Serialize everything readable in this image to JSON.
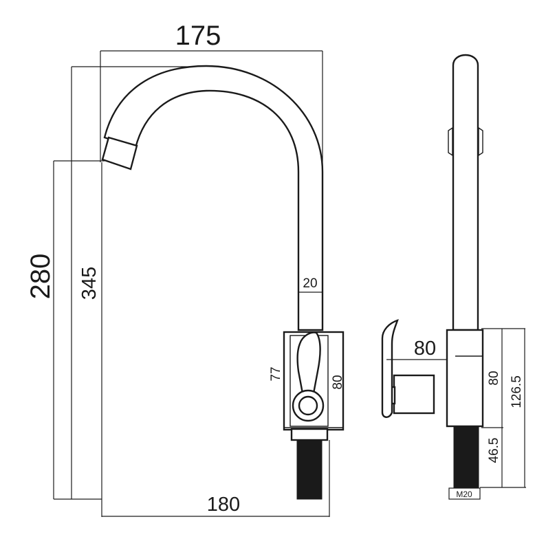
{
  "drawing": {
    "front_view": {
      "dim_top_width": "175",
      "dim_spout_height": "280",
      "dim_total_height": "345",
      "dim_pipe_diameter": "20",
      "dim_body_height_inner": "77",
      "dim_body_height_outer": "80",
      "dim_base_width": "180"
    },
    "side_view": {
      "dim_body_depth": "80",
      "dim_body_height": "80",
      "dim_total_base_height": "126.5",
      "dim_thread_length": "46.5",
      "thread_label": "M20"
    },
    "colors": {
      "line": "#1a1a1a",
      "background": "#ffffff"
    }
  }
}
